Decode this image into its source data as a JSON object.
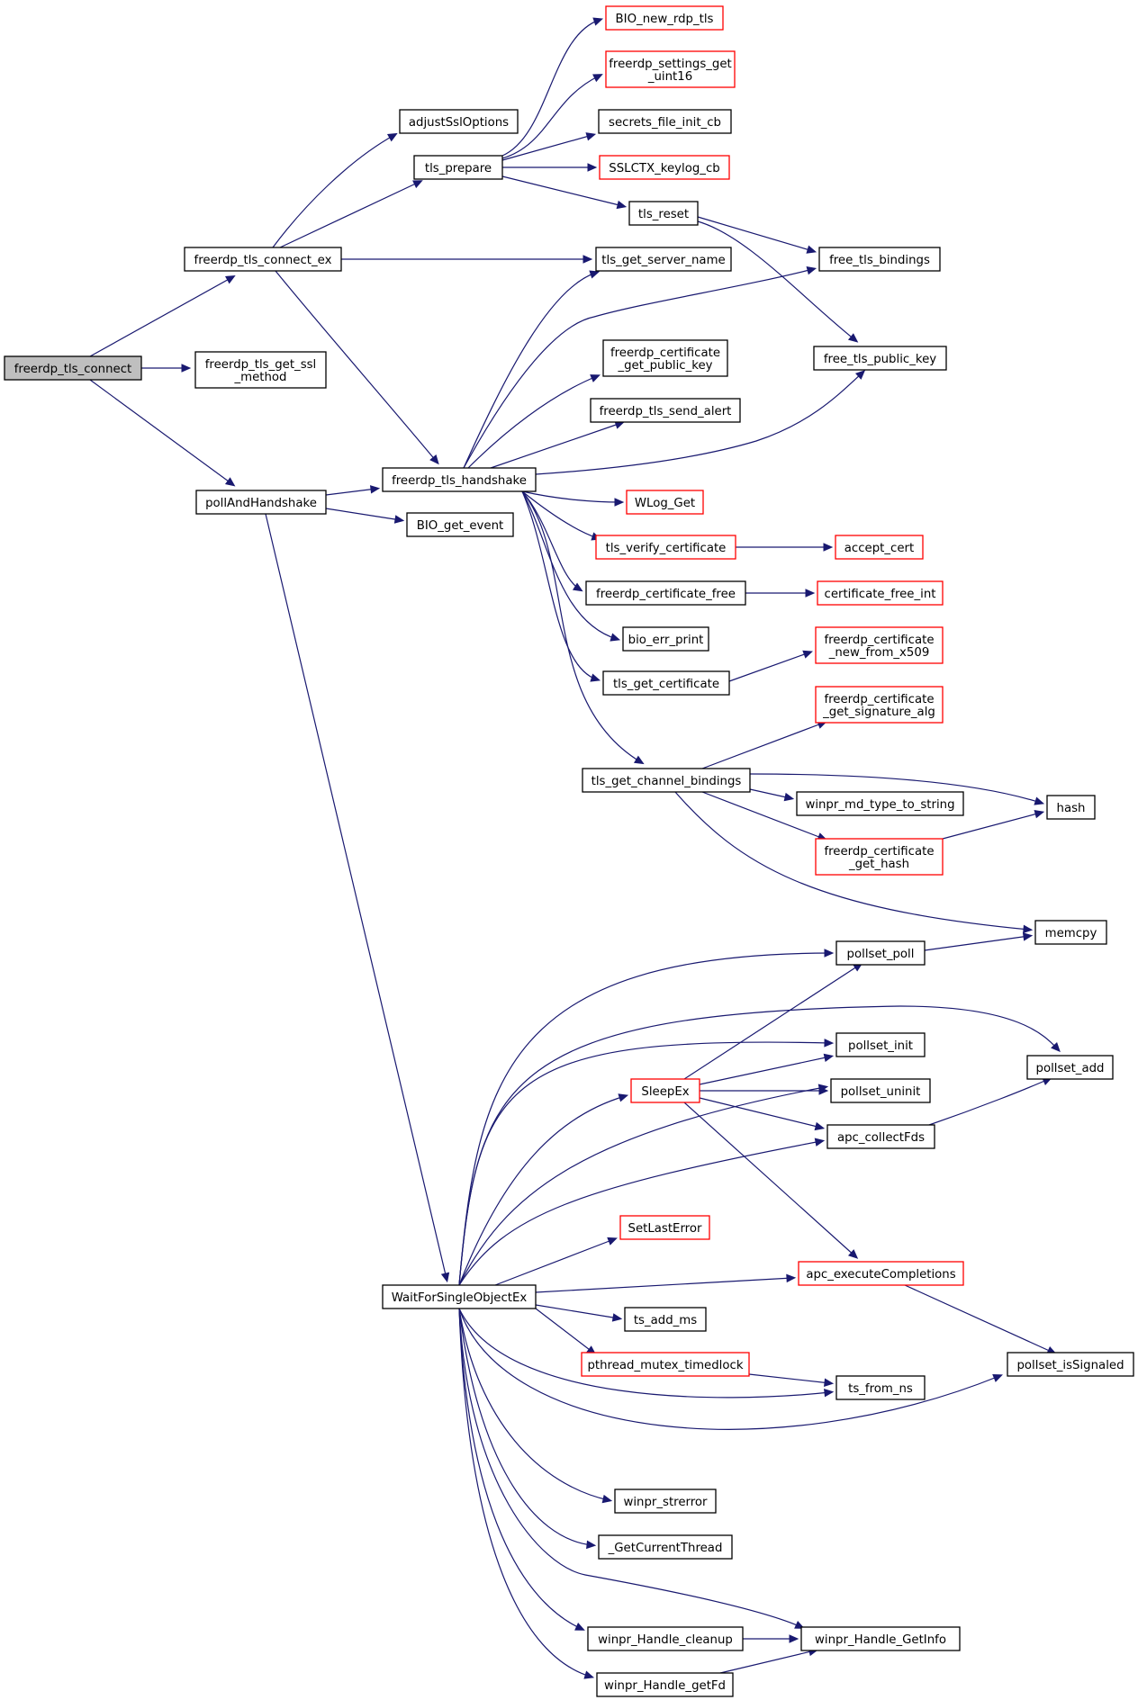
{
  "colors": {
    "edge": "#191970",
    "node_border_default": "#000000",
    "node_border_external": "#ff0000",
    "node_fill_current": "#bfbfbf",
    "node_fill": "#ffffff"
  },
  "nodes": [
    {
      "id": "n_connect",
      "lines": [
        "freerdp_tls_connect"
      ],
      "kind": "current"
    },
    {
      "id": "n_connect_ex",
      "lines": [
        "freerdp_tls_connect_ex"
      ],
      "kind": "normal"
    },
    {
      "id": "n_get_ssl",
      "lines": [
        "freerdp_tls_get_ssl",
        "_method"
      ],
      "kind": "normal"
    },
    {
      "id": "n_poll",
      "lines": [
        "pollAndHandshake"
      ],
      "kind": "normal"
    },
    {
      "id": "n_adjust",
      "lines": [
        "adjustSslOptions"
      ],
      "kind": "normal"
    },
    {
      "id": "n_prepare",
      "lines": [
        "tls_prepare"
      ],
      "kind": "normal"
    },
    {
      "id": "n_handshake",
      "lines": [
        "freerdp_tls_handshake"
      ],
      "kind": "normal"
    },
    {
      "id": "n_bio_event",
      "lines": [
        "BIO_get_event"
      ],
      "kind": "normal"
    },
    {
      "id": "n_wait",
      "lines": [
        "WaitForSingleObjectEx"
      ],
      "kind": "normal"
    },
    {
      "id": "n_bio_new",
      "lines": [
        "BIO_new_rdp_tls"
      ],
      "kind": "external"
    },
    {
      "id": "n_settings",
      "lines": [
        "freerdp_settings_get",
        "_uint16"
      ],
      "kind": "external"
    },
    {
      "id": "n_secrets",
      "lines": [
        "secrets_file_init_cb"
      ],
      "kind": "normal"
    },
    {
      "id": "n_keylog",
      "lines": [
        "SSLCTX_keylog_cb"
      ],
      "kind": "external"
    },
    {
      "id": "n_reset",
      "lines": [
        "tls_reset"
      ],
      "kind": "normal"
    },
    {
      "id": "n_server_name",
      "lines": [
        "tls_get_server_name"
      ],
      "kind": "normal"
    },
    {
      "id": "n_cert_pubkey",
      "lines": [
        "freerdp_certificate",
        "_get_public_key"
      ],
      "kind": "normal"
    },
    {
      "id": "n_send_alert",
      "lines": [
        "freerdp_tls_send_alert"
      ],
      "kind": "normal"
    },
    {
      "id": "n_wlog",
      "lines": [
        "WLog_Get"
      ],
      "kind": "external"
    },
    {
      "id": "n_verify",
      "lines": [
        "tls_verify_certificate"
      ],
      "kind": "external"
    },
    {
      "id": "n_cert_free",
      "lines": [
        "freerdp_certificate_free"
      ],
      "kind": "normal"
    },
    {
      "id": "n_bio_err",
      "lines": [
        "bio_err_print"
      ],
      "kind": "normal"
    },
    {
      "id": "n_get_cert",
      "lines": [
        "tls_get_certificate"
      ],
      "kind": "normal"
    },
    {
      "id": "n_chan_bind",
      "lines": [
        "tls_get_channel_bindings"
      ],
      "kind": "normal"
    },
    {
      "id": "n_free_bind",
      "lines": [
        "free_tls_bindings"
      ],
      "kind": "normal"
    },
    {
      "id": "n_free_pubkey",
      "lines": [
        "free_tls_public_key"
      ],
      "kind": "normal"
    },
    {
      "id": "n_accept",
      "lines": [
        "accept_cert"
      ],
      "kind": "external"
    },
    {
      "id": "n_cert_free_int",
      "lines": [
        "certificate_free_int"
      ],
      "kind": "external"
    },
    {
      "id": "n_cert_x509",
      "lines": [
        "freerdp_certificate",
        "_new_from_x509"
      ],
      "kind": "external"
    },
    {
      "id": "n_cert_sigalg",
      "lines": [
        "freerdp_certificate",
        "_get_signature_alg"
      ],
      "kind": "external"
    },
    {
      "id": "n_md_type",
      "lines": [
        "winpr_md_type_to_string"
      ],
      "kind": "normal"
    },
    {
      "id": "n_cert_hash",
      "lines": [
        "freerdp_certificate",
        "_get_hash"
      ],
      "kind": "external"
    },
    {
      "id": "n_hash",
      "lines": [
        "hash"
      ],
      "kind": "normal"
    },
    {
      "id": "n_memcpy",
      "lines": [
        "memcpy"
      ],
      "kind": "normal"
    },
    {
      "id": "n_pollset_poll",
      "lines": [
        "pollset_poll"
      ],
      "kind": "normal"
    },
    {
      "id": "n_pollset_init",
      "lines": [
        "pollset_init"
      ],
      "kind": "normal"
    },
    {
      "id": "n_sleepex",
      "lines": [
        "SleepEx"
      ],
      "kind": "external"
    },
    {
      "id": "n_pollset_uninit",
      "lines": [
        "pollset_uninit"
      ],
      "kind": "normal"
    },
    {
      "id": "n_pollset_add",
      "lines": [
        "pollset_add"
      ],
      "kind": "normal"
    },
    {
      "id": "n_apc_collect",
      "lines": [
        "apc_collectFds"
      ],
      "kind": "normal"
    },
    {
      "id": "n_setlasterror",
      "lines": [
        "SetLastError"
      ],
      "kind": "external"
    },
    {
      "id": "n_apc_exec",
      "lines": [
        "apc_executeCompletions"
      ],
      "kind": "external"
    },
    {
      "id": "n_ts_add",
      "lines": [
        "ts_add_ms"
      ],
      "kind": "normal"
    },
    {
      "id": "n_mutex",
      "lines": [
        "pthread_mutex_timedlock"
      ],
      "kind": "external"
    },
    {
      "id": "n_ts_from",
      "lines": [
        "ts_from_ns"
      ],
      "kind": "normal"
    },
    {
      "id": "n_signaled",
      "lines": [
        "pollset_isSignaled"
      ],
      "kind": "normal"
    },
    {
      "id": "n_strerror",
      "lines": [
        "winpr_strerror"
      ],
      "kind": "normal"
    },
    {
      "id": "n_cur_thread",
      "lines": [
        "_GetCurrentThread"
      ],
      "kind": "normal"
    },
    {
      "id": "n_h_cleanup",
      "lines": [
        "winpr_Handle_cleanup"
      ],
      "kind": "normal"
    },
    {
      "id": "n_h_getinfo",
      "lines": [
        "winpr_Handle_GetInfo"
      ],
      "kind": "normal"
    },
    {
      "id": "n_h_getfd",
      "lines": [
        "winpr_Handle_getFd"
      ],
      "kind": "normal"
    }
  ],
  "edges": [
    [
      "n_connect",
      "n_connect_ex"
    ],
    [
      "n_connect",
      "n_get_ssl"
    ],
    [
      "n_connect",
      "n_poll"
    ],
    [
      "n_connect_ex",
      "n_adjust"
    ],
    [
      "n_connect_ex",
      "n_prepare"
    ],
    [
      "n_connect_ex",
      "n_server_name"
    ],
    [
      "n_connect_ex",
      "n_handshake"
    ],
    [
      "n_prepare",
      "n_bio_new"
    ],
    [
      "n_prepare",
      "n_settings"
    ],
    [
      "n_prepare",
      "n_secrets"
    ],
    [
      "n_prepare",
      "n_keylog"
    ],
    [
      "n_prepare",
      "n_reset"
    ],
    [
      "n_reset",
      "n_free_bind"
    ],
    [
      "n_reset",
      "n_free_pubkey"
    ],
    [
      "n_poll",
      "n_handshake"
    ],
    [
      "n_poll",
      "n_bio_event"
    ],
    [
      "n_poll",
      "n_wait"
    ],
    [
      "n_handshake",
      "n_server_name"
    ],
    [
      "n_handshake",
      "n_free_bind"
    ],
    [
      "n_handshake",
      "n_cert_pubkey"
    ],
    [
      "n_handshake",
      "n_send_alert"
    ],
    [
      "n_handshake",
      "n_free_pubkey"
    ],
    [
      "n_handshake",
      "n_wlog"
    ],
    [
      "n_handshake",
      "n_verify"
    ],
    [
      "n_handshake",
      "n_cert_free"
    ],
    [
      "n_handshake",
      "n_bio_err"
    ],
    [
      "n_handshake",
      "n_get_cert"
    ],
    [
      "n_handshake",
      "n_chan_bind"
    ],
    [
      "n_verify",
      "n_accept"
    ],
    [
      "n_cert_free",
      "n_cert_free_int"
    ],
    [
      "n_get_cert",
      "n_cert_x509"
    ],
    [
      "n_chan_bind",
      "n_cert_sigalg"
    ],
    [
      "n_chan_bind",
      "n_hash"
    ],
    [
      "n_chan_bind",
      "n_md_type"
    ],
    [
      "n_chan_bind",
      "n_cert_hash"
    ],
    [
      "n_chan_bind",
      "n_memcpy"
    ],
    [
      "n_cert_hash",
      "n_hash"
    ],
    [
      "n_pollset_poll",
      "n_memcpy"
    ],
    [
      "n_apc_collect",
      "n_pollset_add"
    ],
    [
      "n_apc_exec",
      "n_signaled"
    ],
    [
      "n_sleepex",
      "n_pollset_poll"
    ],
    [
      "n_sleepex",
      "n_pollset_init"
    ],
    [
      "n_sleepex",
      "n_pollset_uninit"
    ],
    [
      "n_sleepex",
      "n_apc_collect"
    ],
    [
      "n_sleepex",
      "n_apc_exec"
    ],
    [
      "n_wait",
      "n_pollset_poll"
    ],
    [
      "n_wait",
      "n_pollset_add"
    ],
    [
      "n_wait",
      "n_pollset_init"
    ],
    [
      "n_wait",
      "n_sleepex"
    ],
    [
      "n_wait",
      "n_pollset_uninit"
    ],
    [
      "n_wait",
      "n_apc_collect"
    ],
    [
      "n_wait",
      "n_setlasterror"
    ],
    [
      "n_wait",
      "n_apc_exec"
    ],
    [
      "n_wait",
      "n_ts_add"
    ],
    [
      "n_wait",
      "n_mutex"
    ],
    [
      "n_wait",
      "n_ts_from"
    ],
    [
      "n_wait",
      "n_signaled"
    ],
    [
      "n_wait",
      "n_strerror"
    ],
    [
      "n_wait",
      "n_cur_thread"
    ],
    [
      "n_wait",
      "n_h_getinfo"
    ],
    [
      "n_wait",
      "n_h_cleanup"
    ],
    [
      "n_wait",
      "n_h_getfd"
    ],
    [
      "n_mutex",
      "n_ts_from"
    ],
    [
      "n_h_cleanup",
      "n_h_getinfo"
    ],
    [
      "n_h_getfd",
      "n_h_getinfo"
    ]
  ]
}
